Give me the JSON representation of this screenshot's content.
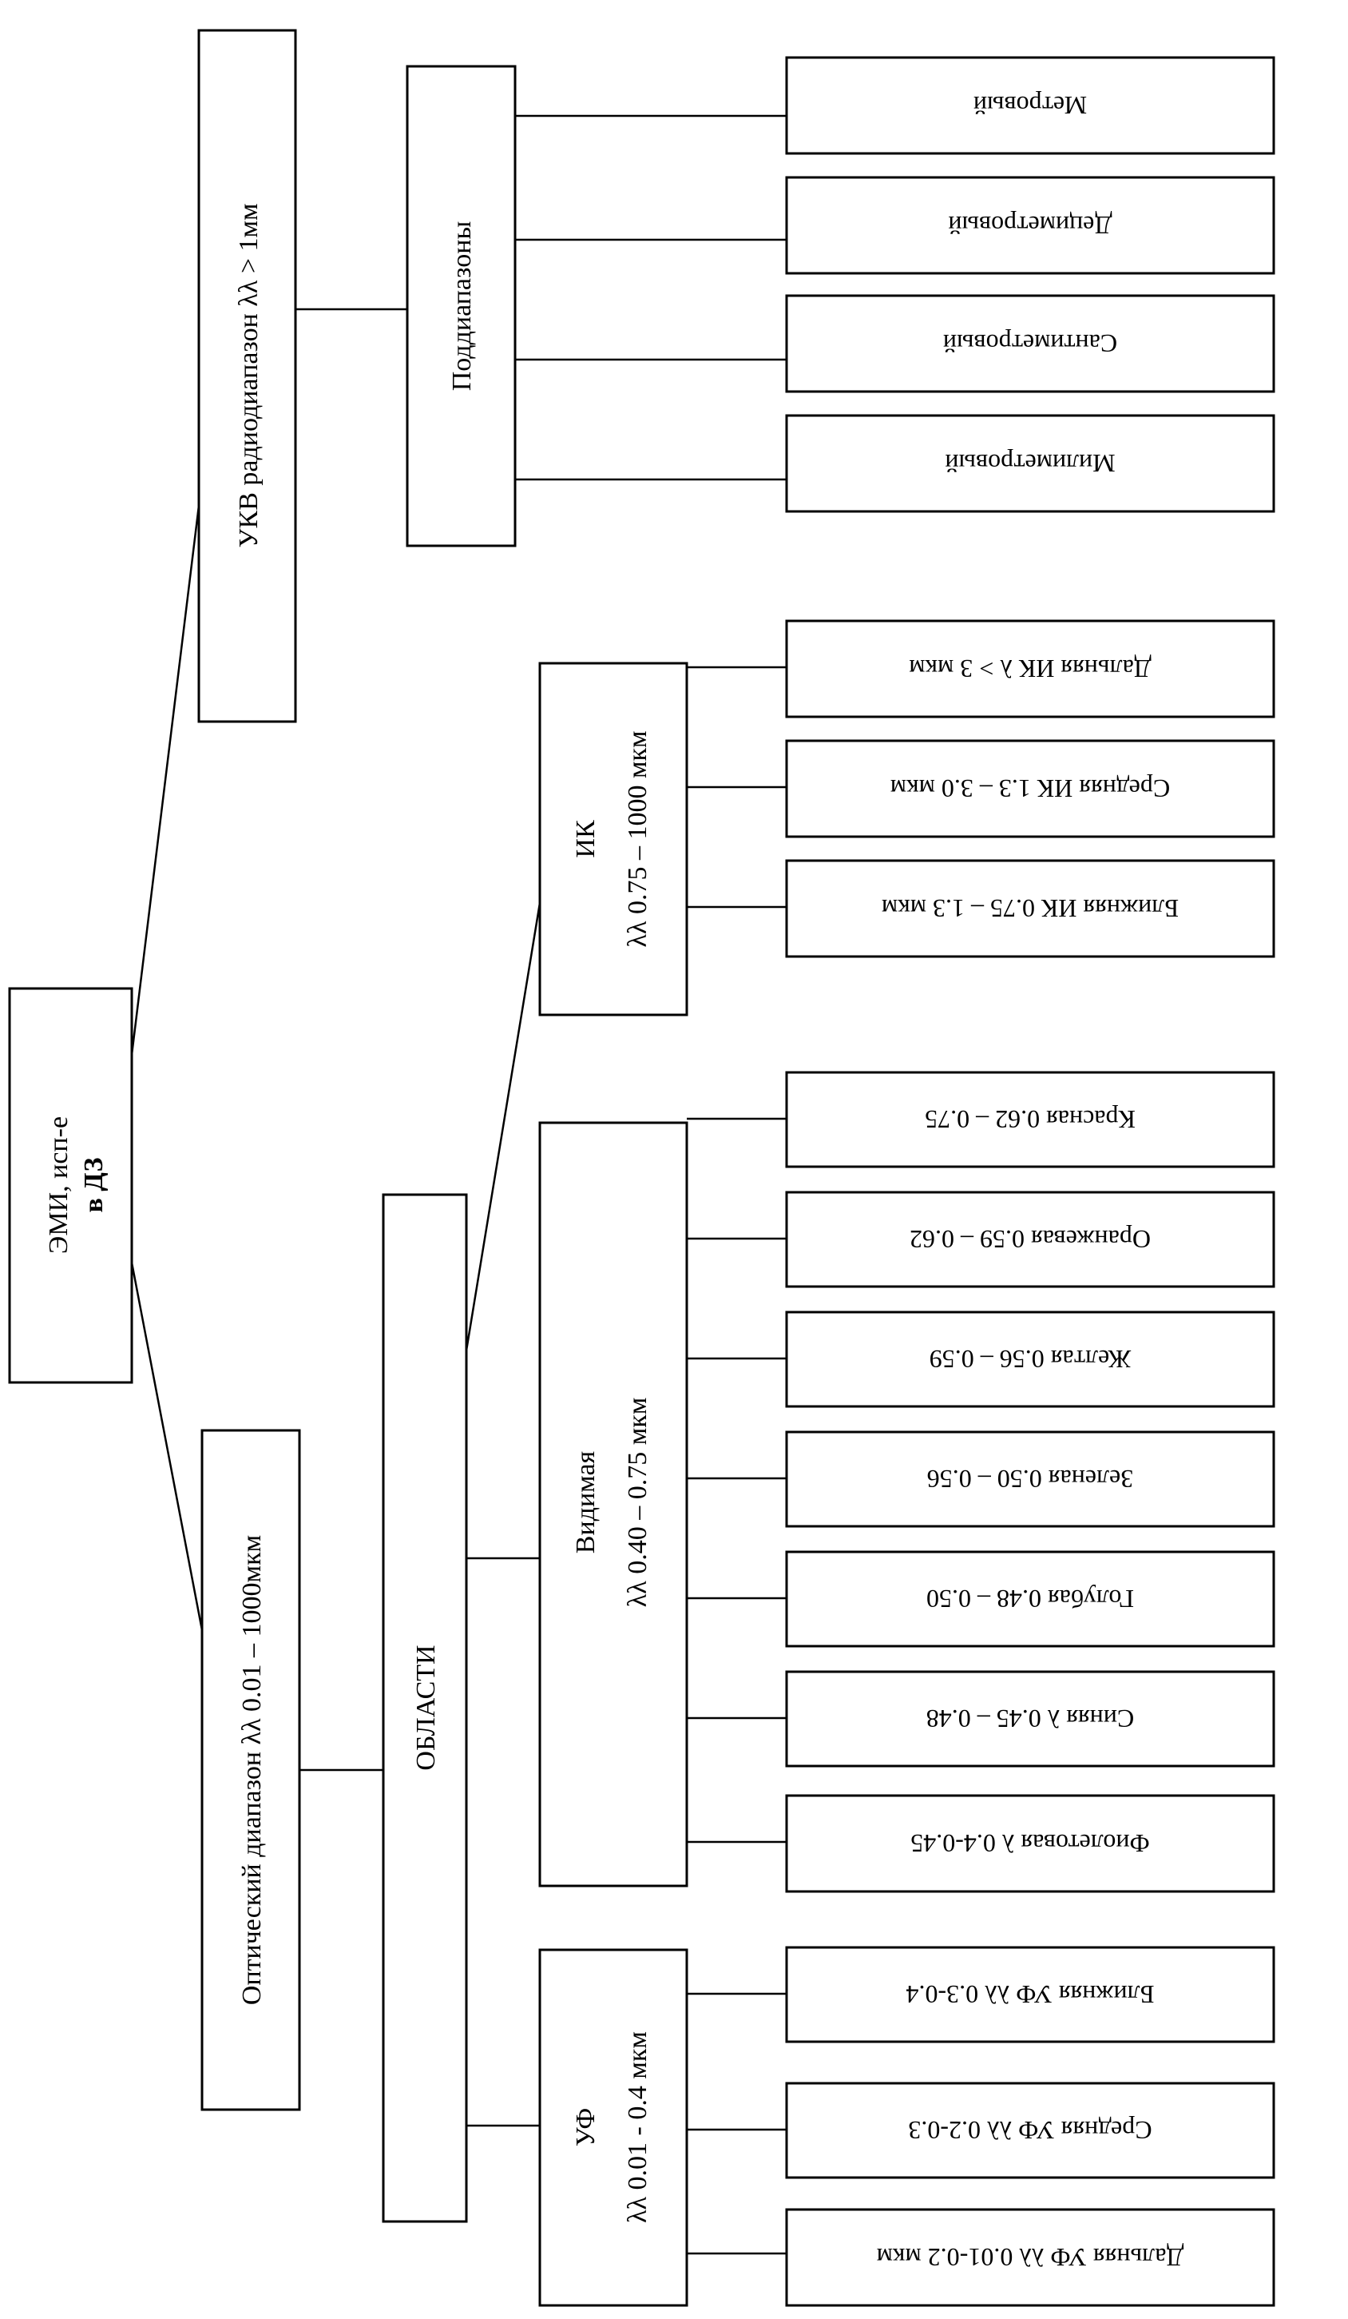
{
  "colors": {
    "line": "#000000",
    "box_fill": "#ffffff",
    "text": "#000000"
  },
  "root": {
    "label_line1": "ЭМИ, исп-е",
    "label_line2": "в ДЗ"
  },
  "optical": {
    "label": "Оптический диапазон λλ 0.01 – 1000мкм"
  },
  "uhf": {
    "label": "УКВ радиодиапазон λλ > 1мм"
  },
  "regions": {
    "label": "ОБЛАСТИ"
  },
  "subbands": {
    "label": "Поддиапазоны"
  },
  "uv": {
    "title": "УФ",
    "range": "λλ 0.01 - 0.4 мкм",
    "items": [
      "Дальняя УФ λλ 0.01-0.2 мкм",
      "Средняя УФ λλ 0.2-0.3",
      "Ближняя УФ λλ 0.3-0.4"
    ]
  },
  "visible": {
    "title": "Видимая",
    "range": "λλ 0.40 – 0.75 мкм",
    "items": [
      "Фиолетовая λ 0.4-0.45",
      "Синяя λ 0.45 – 0.48",
      "Голубая 0.48 – 0.50",
      "Зеленая 0.50 – 0.56",
      "Желтая 0.56 – 0.59",
      "Оранжевая 0.59 – 0.62",
      "Красная 0.62 – 0.75"
    ]
  },
  "ir": {
    "title": "ИК",
    "range": "λλ 0.75 – 1000 мкм",
    "items": [
      "Ближняя ИК 0.75 – 1.3 мкм",
      "Средняя ИК 1.3 – 3.0 мкм",
      "Дальняя ИК λ > 3 мкм"
    ]
  },
  "radio": {
    "items": [
      "Милиметровый",
      "Сантиметровый",
      "Дециметровый",
      "Метровый"
    ]
  }
}
